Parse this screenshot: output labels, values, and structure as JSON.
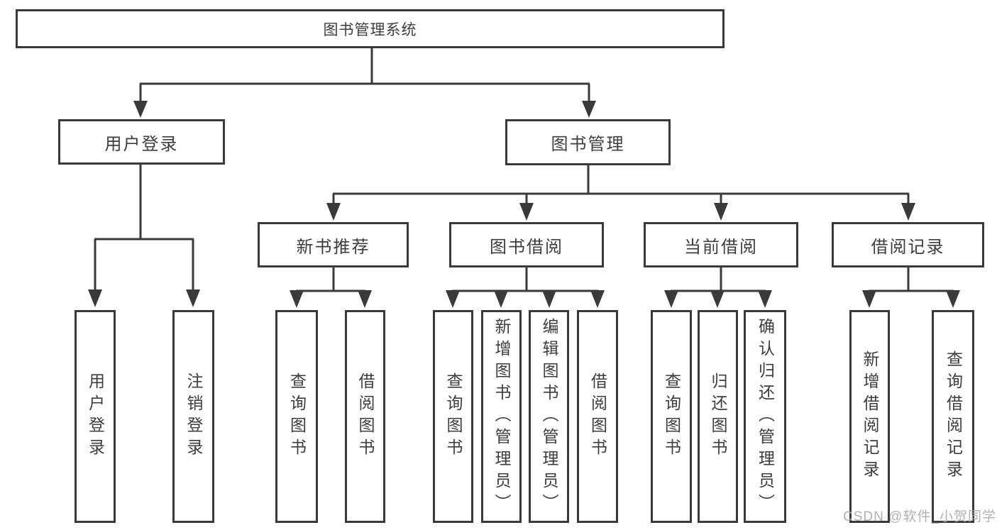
{
  "tree": {
    "root": {
      "label": "图书管理系统",
      "children": [
        {
          "label": "用户登录",
          "children": [
            {
              "label": "用户登录"
            },
            {
              "label": "注销登录"
            }
          ]
        },
        {
          "label": "图书管理",
          "children": [
            {
              "label": "新书推荐",
              "children": [
                {
                  "label": "查询图书"
                },
                {
                  "label": "借阅图书"
                }
              ]
            },
            {
              "label": "图书借阅",
              "children": [
                {
                  "label": "查询图书"
                },
                {
                  "label": "新增图书（管理员）"
                },
                {
                  "label": "编辑图书（管理员）"
                },
                {
                  "label": "借阅图书"
                }
              ]
            },
            {
              "label": "当前借阅",
              "children": [
                {
                  "label": "查询图书"
                },
                {
                  "label": "归还图书"
                },
                {
                  "label": "确认归还（管理员）"
                }
              ]
            },
            {
              "label": "借阅记录",
              "children": [
                {
                  "label": "新增借阅记录"
                },
                {
                  "label": "查询借阅记录"
                }
              ]
            }
          ]
        }
      ]
    }
  },
  "watermark": {
    "text": "CSDN @软件_小贺同学"
  },
  "colors": {
    "line": "#3a3a3a",
    "text": "#3d3d3d",
    "background": "#ffffff",
    "watermark": "#a8a8a8"
  }
}
